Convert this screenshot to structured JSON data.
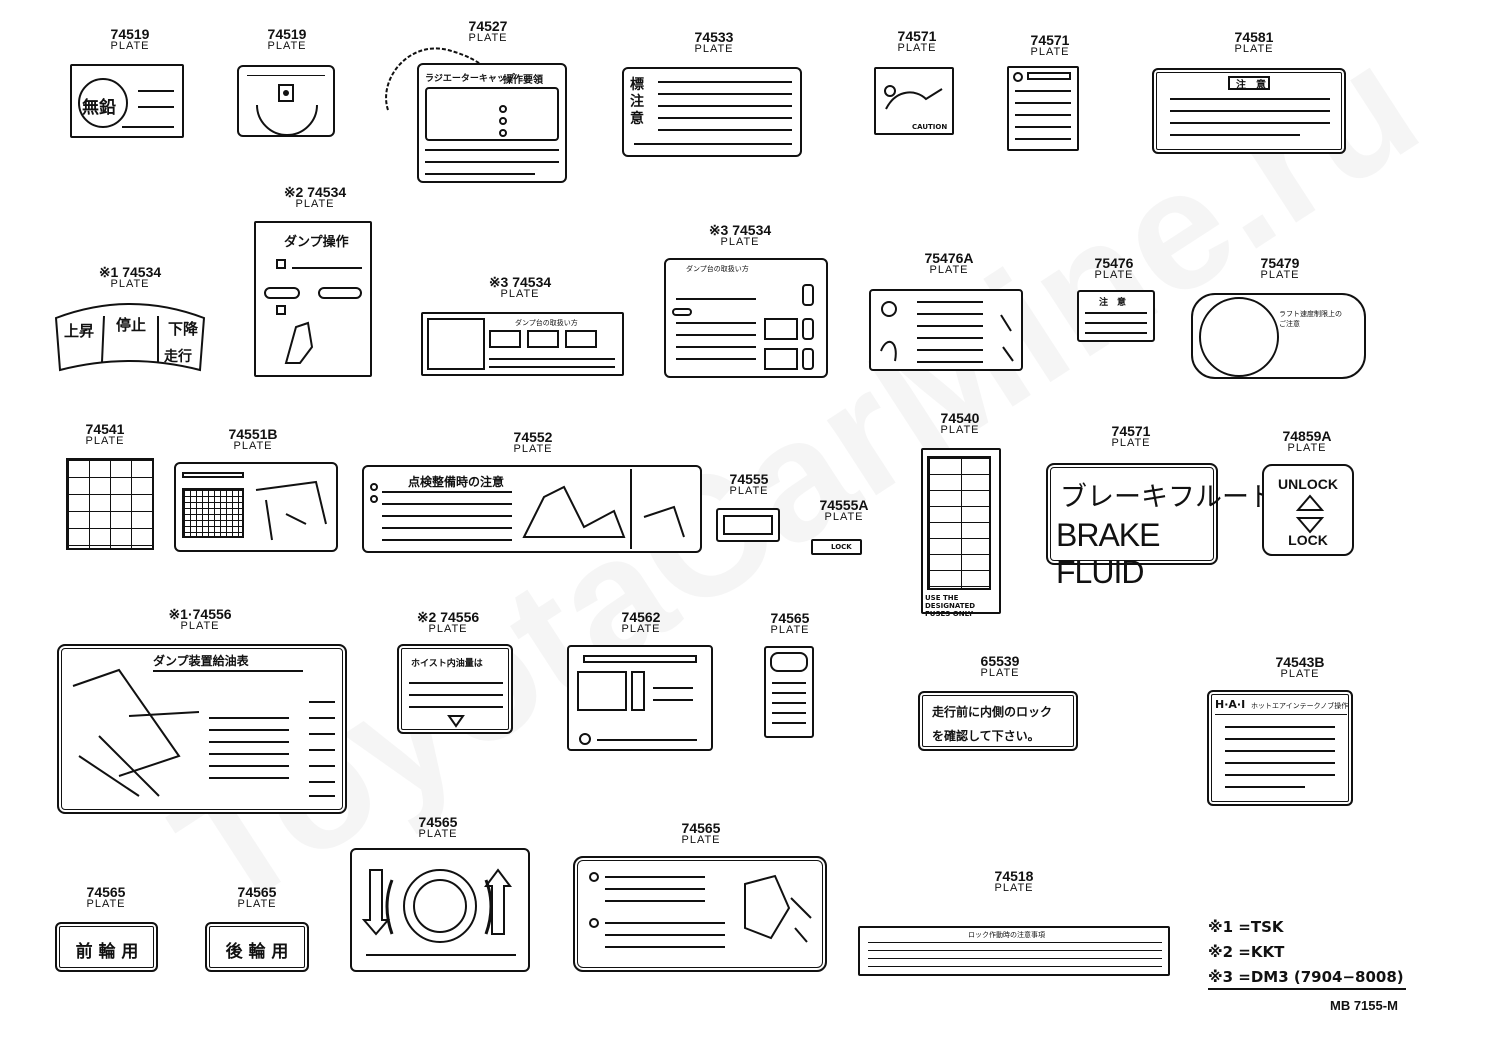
{
  "watermark": "ToyotaCarMine.ru",
  "part_word": "PLATE",
  "parts": [
    {
      "id": "p01",
      "number": "74519"
    },
    {
      "id": "p02",
      "number": "74519"
    },
    {
      "id": "p03",
      "number": "74527"
    },
    {
      "id": "p04",
      "number": "74533"
    },
    {
      "id": "p05",
      "number": "74571"
    },
    {
      "id": "p06",
      "number": "74571"
    },
    {
      "id": "p07",
      "number": "74581"
    },
    {
      "id": "p08",
      "number": "※1 74534"
    },
    {
      "id": "p09",
      "number": "※2 74534"
    },
    {
      "id": "p10",
      "number": "※3 74534"
    },
    {
      "id": "p11",
      "number": "※3 74534"
    },
    {
      "id": "p12",
      "number": "75476A"
    },
    {
      "id": "p13",
      "number": "75476"
    },
    {
      "id": "p14",
      "number": "75479"
    },
    {
      "id": "p15",
      "number": "74541"
    },
    {
      "id": "p16",
      "number": "74551B"
    },
    {
      "id": "p17",
      "number": "74552"
    },
    {
      "id": "p18",
      "number": "74555"
    },
    {
      "id": "p19",
      "number": "74555A"
    },
    {
      "id": "p20",
      "number": "74540"
    },
    {
      "id": "p21",
      "number": "74571"
    },
    {
      "id": "p22",
      "number": "74859A"
    },
    {
      "id": "p23",
      "number": "※1·74556"
    },
    {
      "id": "p24",
      "number": "※2 74556"
    },
    {
      "id": "p25",
      "number": "74562"
    },
    {
      "id": "p26",
      "number": "74565"
    },
    {
      "id": "p27",
      "number": "65539"
    },
    {
      "id": "p28",
      "number": "74543B"
    },
    {
      "id": "p29",
      "number": "74565"
    },
    {
      "id": "p30",
      "number": "74565"
    },
    {
      "id": "p31",
      "number": "74565"
    },
    {
      "id": "p32",
      "number": "74565"
    },
    {
      "id": "p33",
      "number": "74518"
    }
  ],
  "plate_text": {
    "muen": "無鉛",
    "rajie": "ラジエーターキャップ",
    "sousa": "操作要領",
    "chui_v": "標注意",
    "caution": "CAUTION",
    "chuui": "注　意",
    "jousho": "上昇",
    "teishi": "停止",
    "kakou": "下降",
    "souko": "走行",
    "dump_sousa": "ダンプ操作",
    "dump_toriatsukai": "ダンプ台の取扱い方",
    "chui_small": "注　意",
    "lift_text": "ラフト速度制限上の ご注意",
    "tenken": "点検整備時の注意",
    "lock_small": "LOCK",
    "fuses": "USE THE DESIGNATED FUSES ONLY",
    "brake_jp": "ブレーキフルード",
    "brake_en": "BRAKE FLUID",
    "unlock": "UNLOCK",
    "lock": "LOCK",
    "dump_kyuyu": "ダンプ装置給油表",
    "hoist_text": "ホイスト内油量は",
    "lock_warn_1": "走行前に内側のロック",
    "lock_warn_2": "を確認して下さい。",
    "hai": "H·A·I",
    "hai_sub": "ホットエアインテークノブ操作",
    "zenrin": "前 輪 用",
    "kourin": "後 輪 用",
    "tail_text": "ロック作動時の注意事項"
  },
  "legend": [
    {
      "mark": "※1",
      "text": "=TSK"
    },
    {
      "mark": "※2",
      "text": "=KKT"
    },
    {
      "mark": "※3",
      "text": "=DM3 (7904−8008)"
    }
  ],
  "ref_code": "MB 7155-M"
}
